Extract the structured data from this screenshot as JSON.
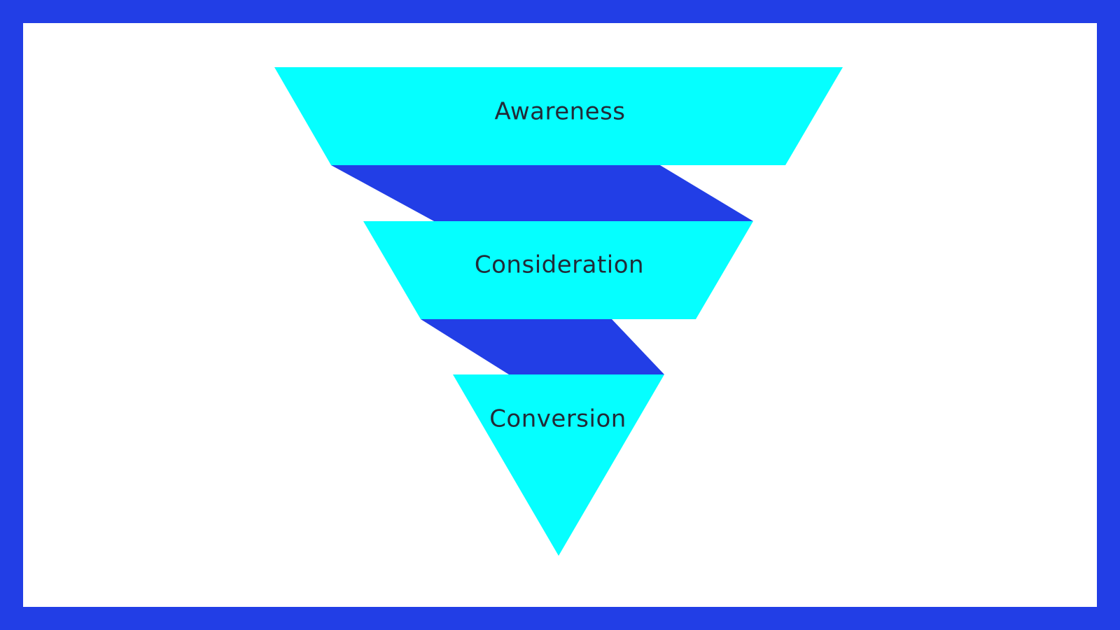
{
  "colors": {
    "border": "#223ee6",
    "stage_fill": "#05ffff",
    "connector_fill": "#223ee6",
    "label_text": "#222b38",
    "background": "#ffffff"
  },
  "funnel": {
    "stages": [
      {
        "label": "Awareness"
      },
      {
        "label": "Consideration"
      },
      {
        "label": "Conversion"
      }
    ]
  }
}
